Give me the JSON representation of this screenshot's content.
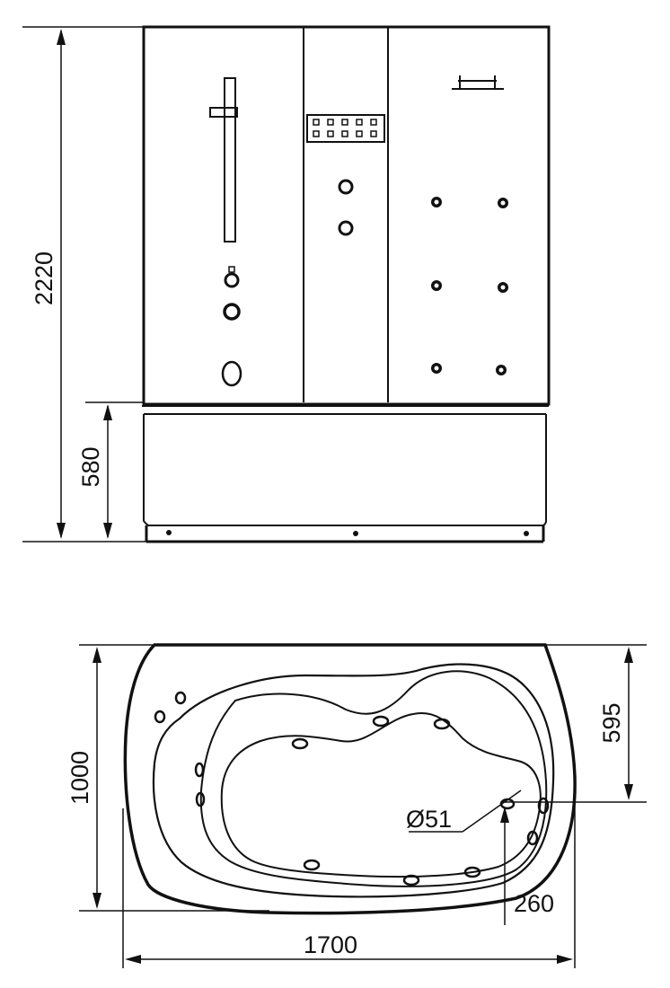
{
  "dimensions": {
    "total_height": "2220",
    "tub_height": "580",
    "depth": "1000",
    "inner_offset": "595",
    "diameter": "Ø51",
    "nozzle_offset": "260",
    "length": "1700"
  },
  "colors": {
    "line": "#111111",
    "background": "#ffffff"
  }
}
